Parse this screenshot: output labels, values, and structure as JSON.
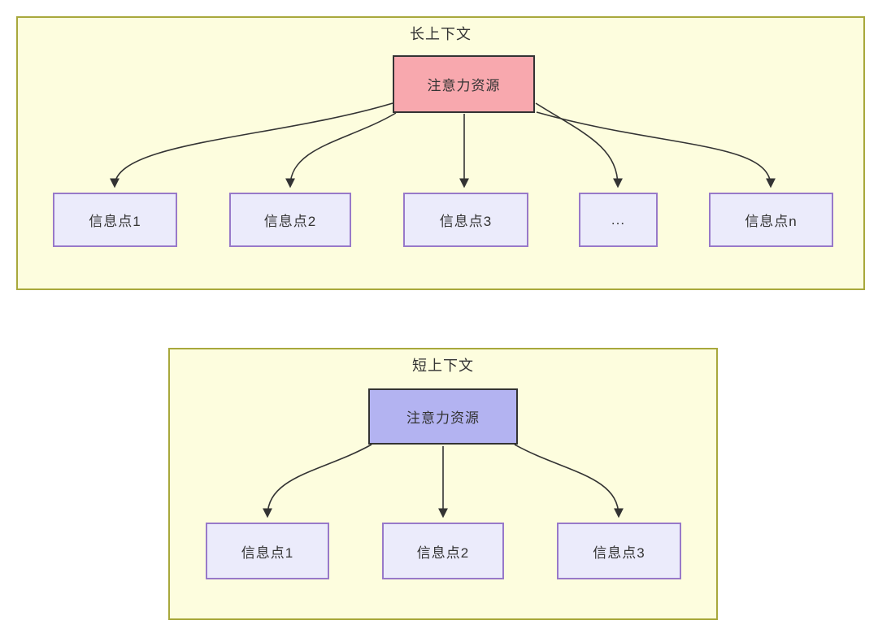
{
  "panel_long": {
    "title": "长上下文",
    "root_label": "注意力资源",
    "nodes": [
      "信息点1",
      "信息点2",
      "信息点3",
      "...",
      "信息点n"
    ]
  },
  "panel_short": {
    "title": "短上下文",
    "root_label": "注意力资源",
    "nodes": [
      "信息点1",
      "信息点2",
      "信息点3"
    ]
  },
  "colors": {
    "panel_background": "#FDFDDE",
    "panel_border": "#A8A83C",
    "long_root_fill": "#F8A8AE",
    "short_root_fill": "#B3B3F1",
    "node_fill": "#EBEBFB",
    "node_border": "#9879C9",
    "arrow": "#333333",
    "text": "#333333"
  }
}
